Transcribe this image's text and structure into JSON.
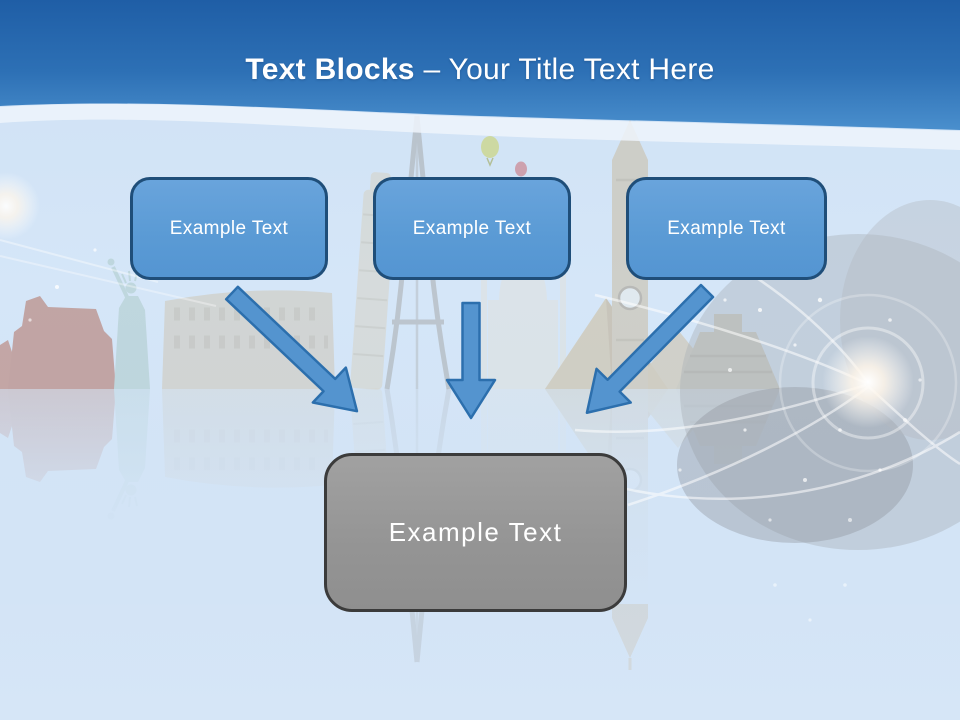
{
  "header": {
    "title_bold": "Text Blocks",
    "title_rest": "– Your Title Text Here"
  },
  "text_blocks": {
    "sources": [
      {
        "label": "Example Text"
      },
      {
        "label": "Example Text"
      },
      {
        "label": "Example Text"
      }
    ],
    "target": {
      "label": "Example Text"
    }
  },
  "arrows": [
    {
      "direction": "down-right"
    },
    {
      "direction": "down"
    },
    {
      "direction": "down-left"
    }
  ],
  "background": {
    "scene": "faded world-landmarks panorama mirrored in water, light glow and sparkles on the right",
    "landmarks": [
      "monument-valley-butte",
      "statue-of-liberty",
      "colosseum",
      "leaning-tower-of-pisa",
      "eiffel-tower",
      "taj-mahal",
      "giza-pyramids",
      "big-ben",
      "chichen-itza",
      "hot-air-balloons",
      "camera-lens-light-glow"
    ]
  },
  "colors": {
    "header_blue_top": "#1f5ea6",
    "header_blue_bottom": "#4a8fcd",
    "canvas_blue": "#d3e4f6",
    "block_fill": "#5b9bd5",
    "block_border": "#1f4e79",
    "arrow_fill": "#5494cf",
    "arrow_border": "#2c6fad",
    "target_fill": "#949494",
    "target_border": "#3b3b3b",
    "title_text": "#ffffff",
    "block_text": "#ffffff"
  }
}
